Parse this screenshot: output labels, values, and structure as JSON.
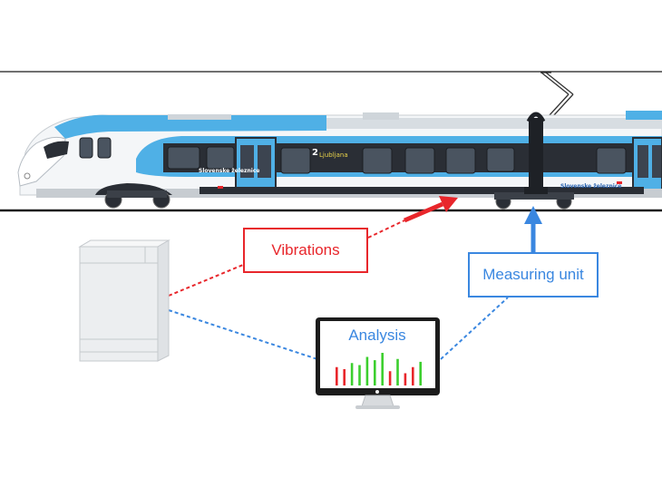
{
  "labels": {
    "vibrations": "Vibrations",
    "measuring_unit": "Measuring unit",
    "analysis": "Analysis"
  },
  "train": {
    "livery_text": "Slovenske železnice",
    "car_number": "2",
    "destination": "Ljubljana"
  },
  "analysis_bars": [
    {
      "value": 0.45,
      "color": "red"
    },
    {
      "value": 0.4,
      "color": "red"
    },
    {
      "value": 0.55,
      "color": "green"
    },
    {
      "value": 0.5,
      "color": "green"
    },
    {
      "value": 0.7,
      "color": "green"
    },
    {
      "value": 0.62,
      "color": "green"
    },
    {
      "value": 0.8,
      "color": "green"
    },
    {
      "value": 0.35,
      "color": "red"
    },
    {
      "value": 0.65,
      "color": "green"
    },
    {
      "value": 0.3,
      "color": "red"
    },
    {
      "value": 0.45,
      "color": "red"
    },
    {
      "value": 0.58,
      "color": "green"
    }
  ],
  "colors": {
    "vibrations": "#e8262b",
    "measuring": "#3a87e0",
    "train_blue": "#4fb0e6",
    "bar_red": "#e8262b",
    "bar_green": "#3ccf2e"
  }
}
